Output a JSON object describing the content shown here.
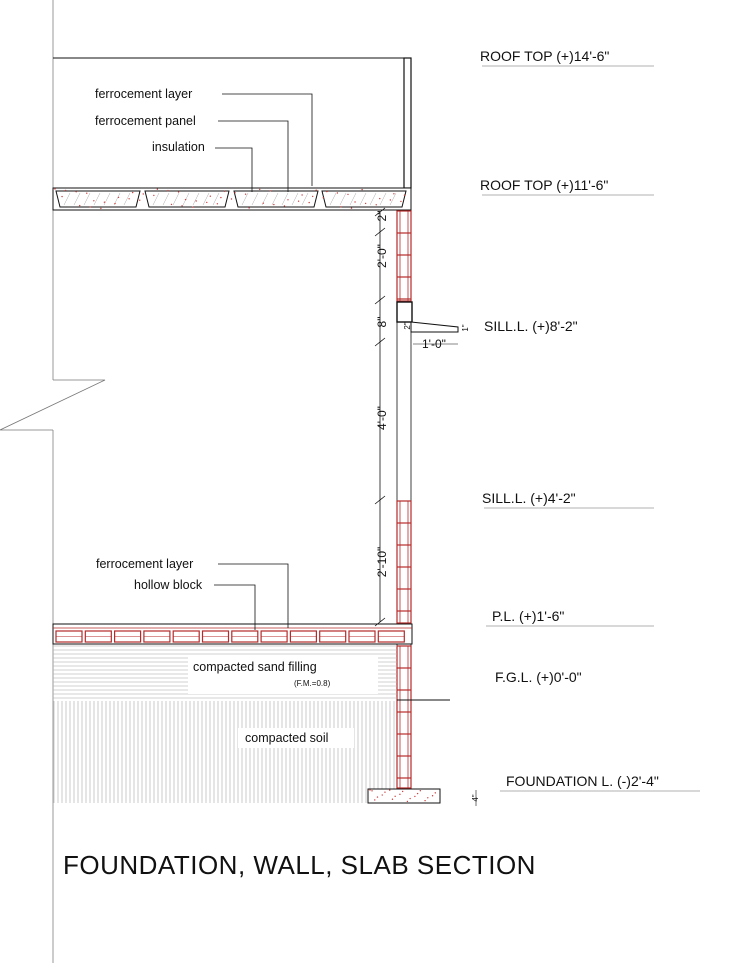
{
  "drawing": {
    "title": "FOUNDATION, WALL, SLAB SECTION",
    "levels": [
      {
        "id": "roof-top-upper",
        "label": "ROOF TOP (+)14'-6\""
      },
      {
        "id": "roof-top-lower",
        "label": "ROOF TOP (+)11'-6\""
      },
      {
        "id": "sill-upper",
        "label": "SILL.L. (+)8'-2\""
      },
      {
        "id": "sill-lower",
        "label": "SILL.L. (+)4'-2\""
      },
      {
        "id": "plinth",
        "label": "P.L. (+)1'-6\""
      },
      {
        "id": "fgl",
        "label": "F.G.L. (+)0'-0\""
      },
      {
        "id": "foundation",
        "label": "FOUNDATION L. (-)2'-4\""
      }
    ],
    "roof_callouts": [
      "ferrocement layer",
      "ferrocement panel",
      "insulation"
    ],
    "floor_callouts": [
      "ferrocement layer",
      "hollow block"
    ],
    "fill_labels": {
      "sand": "compacted sand filling",
      "sand_note": "(F.M.=0.8)",
      "soil": "compacted soil"
    },
    "dimensions": {
      "roof_thk": "2\"",
      "upper": "2'-0\"",
      "lintel": "8\"",
      "window": "4'-0\"",
      "lower": "2'-10\"",
      "sill_projection": "1'-0\"",
      "sill_thk": "2\"",
      "sill_drop": "1\"",
      "footing": "4\""
    },
    "colors": {
      "line": "#111111",
      "brick": "#b52a2a",
      "speckle": "#d04040",
      "hatch": "#9a9a9a"
    }
  }
}
